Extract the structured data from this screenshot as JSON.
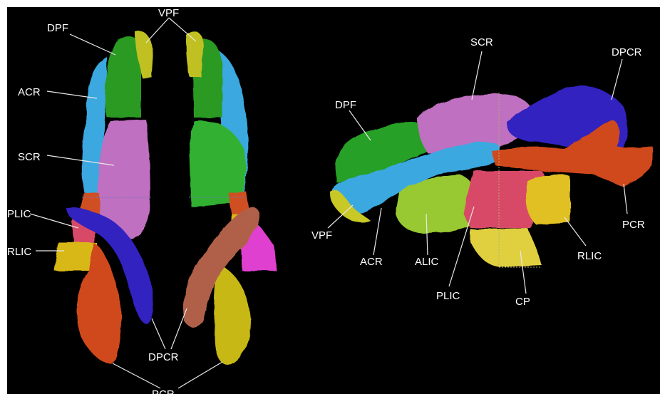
{
  "colors": {
    "background": "#000000",
    "DPF": "#28a028",
    "VPF": "#c8c828",
    "ACR": "#3aa8e0",
    "SCR": "#c070c0",
    "DPCR": "#3020c0",
    "PCR": "#d04a1c",
    "PLIC": "#d84a68",
    "RLIC": "#e0c020",
    "ALIC": "#98c830",
    "CP": "#e0d040",
    "SLF_purple": "#e040d0",
    "brown": "#b06048",
    "label": "#ffffff"
  },
  "left_view": {
    "labels": {
      "vpf": "VPF",
      "dpf": "DPF",
      "acr": "ACR",
      "scr": "SCR",
      "plic": "PLIC",
      "rlic": "RLIC",
      "dpcr": "DPCR",
      "pcr": "PCR"
    }
  },
  "right_view": {
    "labels": {
      "scr": "SCR",
      "dpcr": "DPCR",
      "dpf": "DPF",
      "pcr": "PCR",
      "vpf": "VPF",
      "acr": "ACR",
      "alic": "ALIC",
      "rlic": "RLIC",
      "plic": "PLIC",
      "cp": "CP"
    }
  }
}
